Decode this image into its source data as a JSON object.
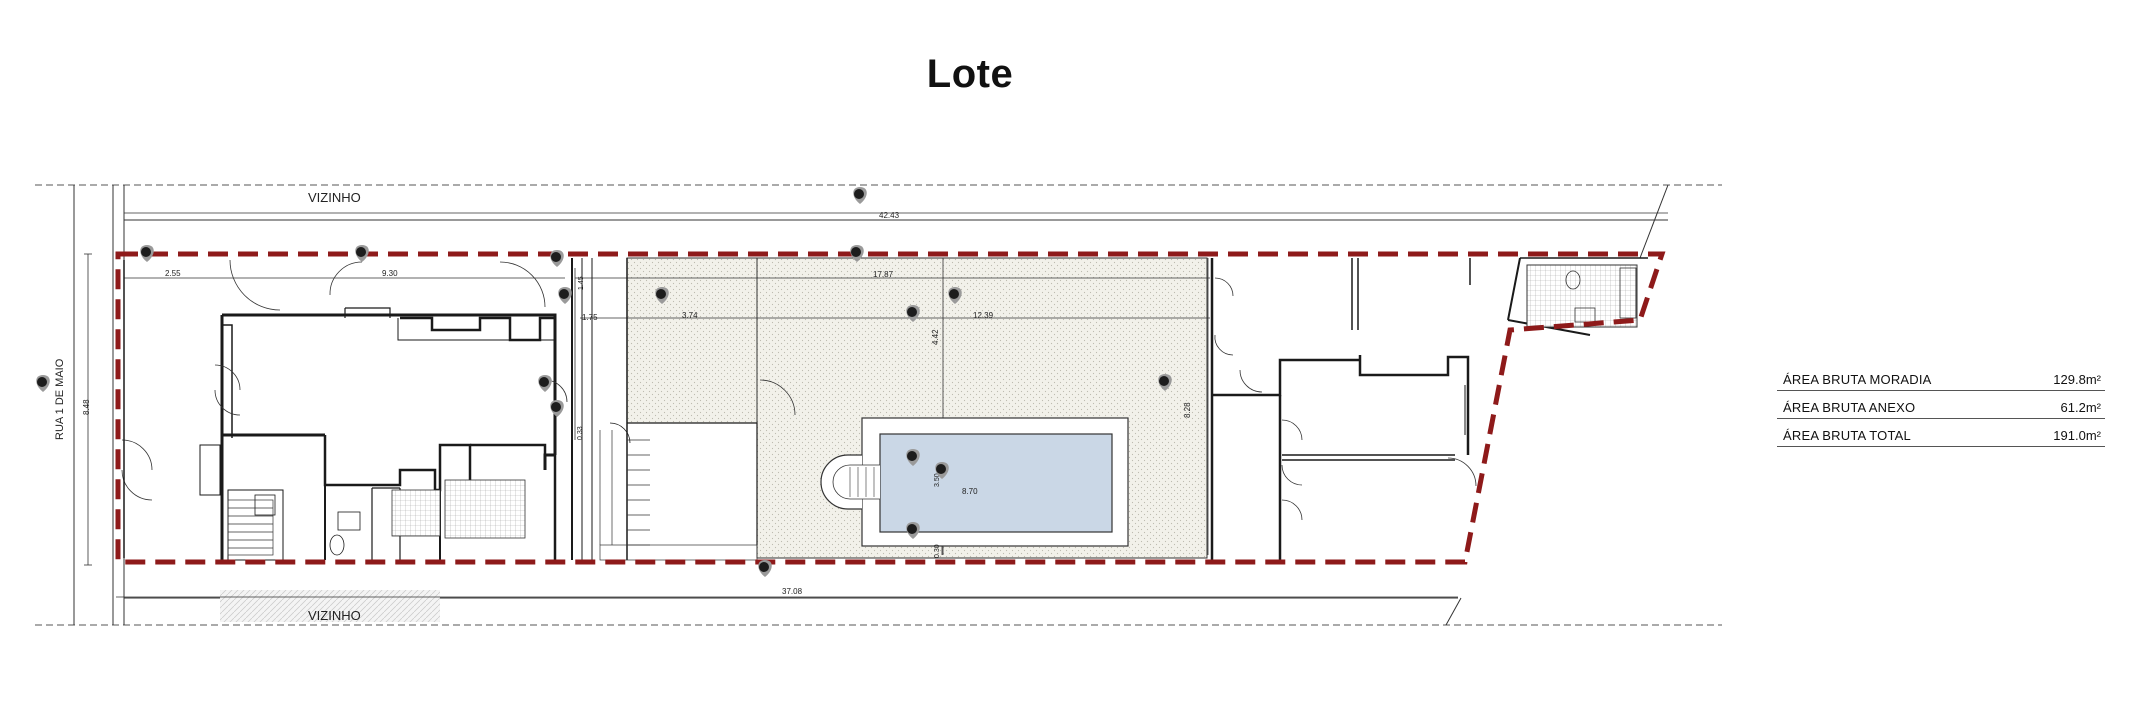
{
  "title": "Lote",
  "labels": {
    "neighbor_top": "VIZINHO",
    "neighbor_bottom": "VIZINHO",
    "street": "RUA 1 DE MAIO"
  },
  "dimensions": {
    "top_total": "42.43",
    "bottom_total": "37.08",
    "left_height": "8.48",
    "house_front": "2.55",
    "house_width": "9.30",
    "gap_a": "1.45",
    "gap_b": "1.75",
    "courtyard_len": "17.87",
    "terrace_width": "3.74",
    "garden_width": "12.39",
    "garden_depth_a": "4.42",
    "garden_depth_b": "8.28",
    "stair_depth": "0.33",
    "pool_length": "8.70",
    "pool_width": "3.50",
    "pool_gap": "0.30"
  },
  "areas": [
    {
      "label": "ÁREA BRUTA MORADIA",
      "value": "129.8m²"
    },
    {
      "label": "ÁREA BRUTA ANEXO",
      "value": "61.2m²"
    },
    {
      "label": "ÁREA BRUTA TOTAL",
      "value": "191.0m²"
    }
  ],
  "colors": {
    "boundary": "#8e1a1a",
    "pool_water": "#cad7e6",
    "paving": "#f1f0e8",
    "wall": "#1a1a1a"
  },
  "icons": [
    "survey-point-icon"
  ]
}
